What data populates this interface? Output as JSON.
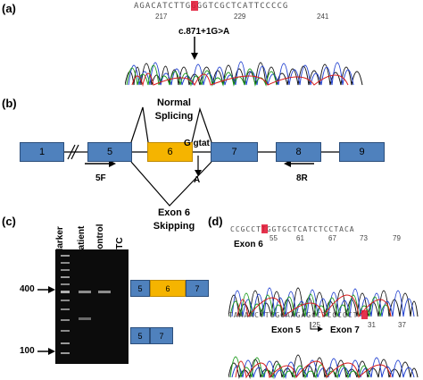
{
  "panels": {
    "a": {
      "label": "(a)",
      "sequence": "AGACATCTTGGGGTCGCTCATTCCCCG",
      "positions": [
        "217",
        "229",
        "241"
      ],
      "mutation_label": "c.871+1G>A"
    },
    "b": {
      "label": "(b)",
      "normal_label": "Normal\nSplicing",
      "skip_label": "Exon 6\nSkipping",
      "exons": [
        "1",
        "5",
        "6",
        "7",
        "8",
        "9"
      ],
      "gtat_label": "G gtat",
      "a_label": "A",
      "primer_forward": "5F",
      "primer_reverse": "8R"
    },
    "c": {
      "label": "(c)",
      "lanes": [
        "Marker",
        "Patient",
        "Control",
        "NTC"
      ],
      "marker_sizes": [
        "400",
        "100"
      ],
      "band_upper": [
        "5",
        "6",
        "7"
      ],
      "band_lower": [
        "5",
        "7"
      ]
    },
    "d": {
      "label": "(d)",
      "sequence_top": "CCGCCTTGGTGCTCATCTCCTACA",
      "positions_top": [
        "55",
        "61",
        "67",
        "73",
        "79"
      ],
      "exon_label_top": "Exon 6",
      "sequence_bottom": "TAAAACTTGGGAAGAGCCTCGCGCT",
      "positions_bottom": [
        "25",
        "31",
        "37"
      ],
      "exon5_label": "Exon 5",
      "exon7_label": "Exon 7"
    }
  },
  "colors": {
    "exon": "#4f81bd",
    "exon6": "#f5b400",
    "trace_green": "#1a9a1a",
    "trace_blue": "#1f3fd0",
    "trace_black": "#111111",
    "trace_red": "#d81c1c",
    "mutation_box": "#e0102f"
  }
}
